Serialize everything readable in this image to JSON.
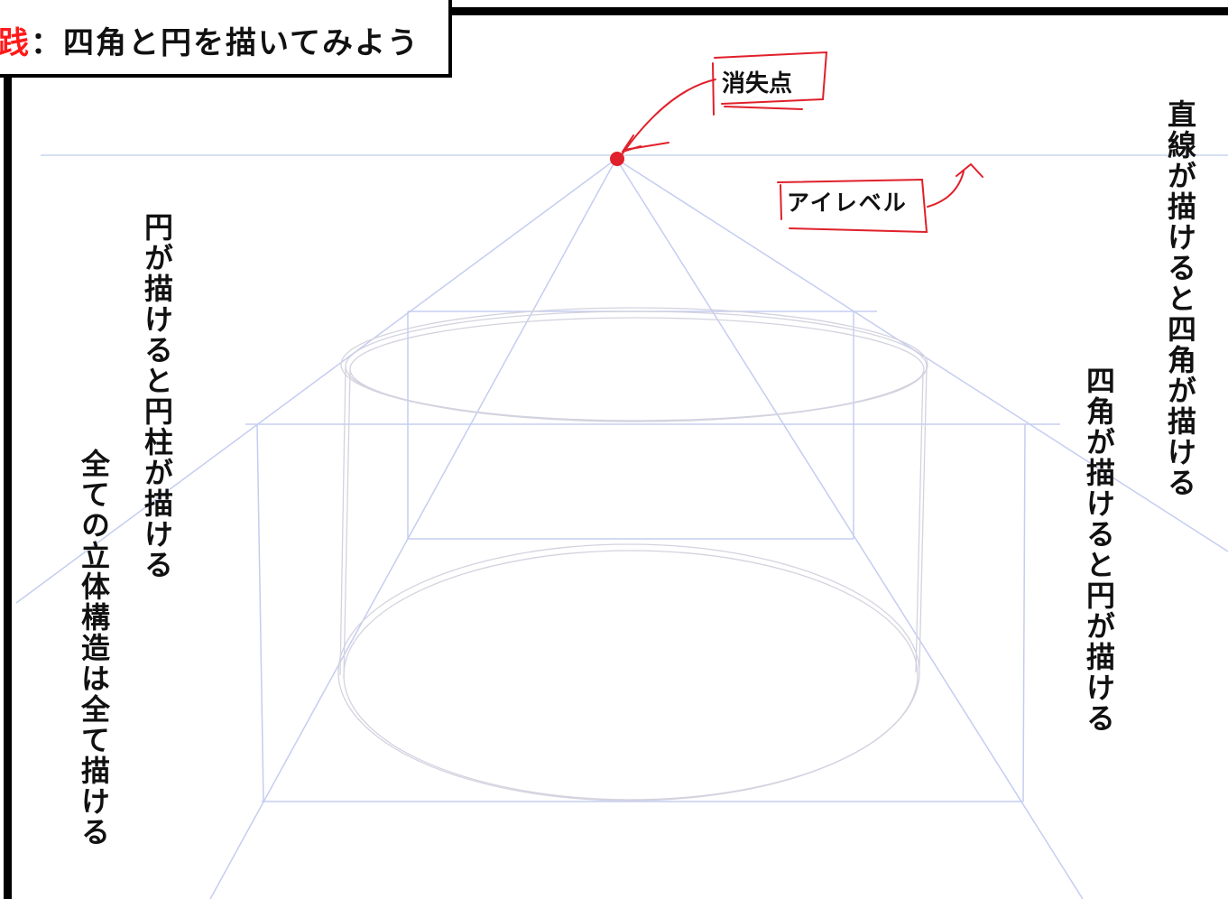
{
  "title": {
    "prefix": "践",
    "separator": "：",
    "text": "四角と円を描いてみよう"
  },
  "annotations": {
    "vanishing_point": "消失点",
    "eye_level": "アイレベル"
  },
  "vertical_texts": {
    "cylinder": "円が描けると円柱が描ける",
    "all_structures": "全ての立体構造は全て描ける",
    "square_to_circle": "四角が描けると円が描ける",
    "line_to_square": "直線が描けると四角が描ける"
  },
  "colors": {
    "guide": "#c5cdf0",
    "sketch": "#d4d4e2",
    "red": "#e0202a",
    "frame": "#000000"
  }
}
